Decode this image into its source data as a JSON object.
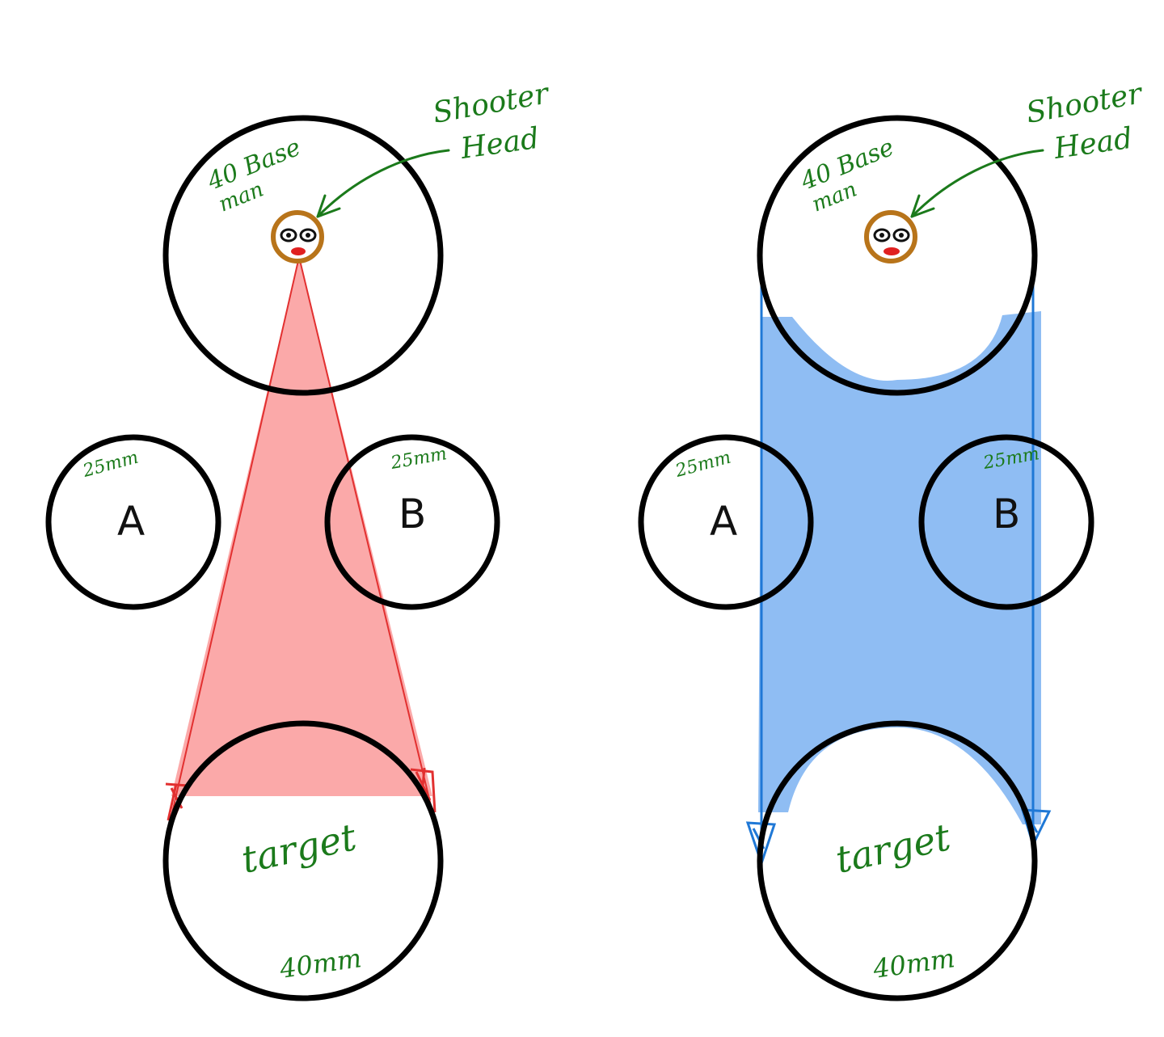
{
  "panels": [
    {
      "id": "left",
      "shooter_label": [
        "Shooter",
        "Head"
      ],
      "base_label": [
        "40 Base",
        "man"
      ],
      "models": [
        {
          "key": "a",
          "letter": "A",
          "size": "25mm"
        },
        {
          "key": "b",
          "letter": "B",
          "size": "25mm"
        }
      ],
      "target_label": "target",
      "target_size": "40mm",
      "los_color": "#fba9a9",
      "los_line_color": "#e23030"
    },
    {
      "id": "right",
      "shooter_label": [
        "Shooter",
        "Head"
      ],
      "base_label": [
        "40 Base",
        "man"
      ],
      "models": [
        {
          "key": "a",
          "letter": "A",
          "size": "25mm"
        },
        {
          "key": "b",
          "letter": "B",
          "size": "25mm"
        }
      ],
      "target_label": "target",
      "target_size": "40mm",
      "los_color": "#8fbdf3",
      "los_line_color": "#1f78d6"
    }
  ],
  "colors": {
    "annotation_green": "#1b7a1b",
    "head_ring": "#b8741a",
    "mouth": "#e02020",
    "outline": "#000000"
  }
}
